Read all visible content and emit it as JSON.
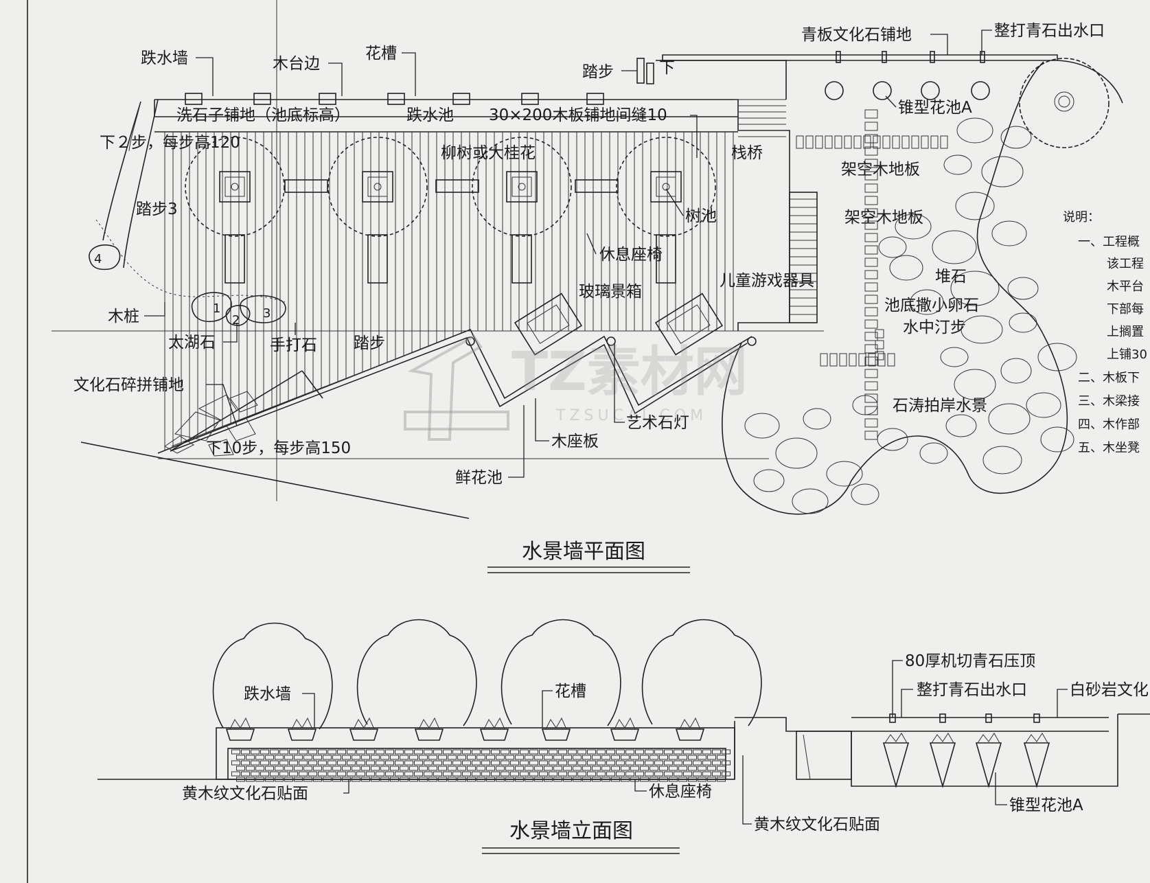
{
  "plan": {
    "title": "水景墙平面图",
    "labels": {
      "drop_wall": "跌水墙",
      "wood_edge": "木台边",
      "planter": "花槽",
      "steps_top": "踏步",
      "down": "下",
      "slab_paving": "青板文化石铺地",
      "stone_outlet": "整打青石出水口",
      "cone_planter": "锥型花池A",
      "pebble_paving": "洗石子铺地（池底标高）",
      "drop_pool": "跌水池",
      "wood_floor": "30×200木板铺地间缝10",
      "down2": "下２步，每步高120",
      "willow": "柳树或大桂花",
      "trestle": "栈桥",
      "raised_deck_1": "架空木地板",
      "raised_deck_2": "架空木地板",
      "steps3": "踏步3",
      "tree_pit": "树池",
      "rest_bench": "休息座椅",
      "kids_play": "儿童游戏器具",
      "glass_box": "玻璃景箱",
      "rock_pile": "堆石",
      "pool_pebbles": "池底撒小卵石",
      "stepping_stones": "水中汀步",
      "wood_pile": "木桩",
      "taihu_stone": "太湖石",
      "hand_stone": "手打石",
      "steps_mid": "踏步",
      "culture_stone": "文化石碎拼铺地",
      "down10": "下10步，每步高150",
      "art_lamp": "艺术石灯",
      "wood_seat": "木座板",
      "flower_pool": "鲜花池",
      "wave_rock": "石涛拍岸水景"
    },
    "numbers": [
      "4",
      "1",
      "2",
      "3"
    ]
  },
  "notes": {
    "heading": "说明：",
    "lines": [
      "一、工程概",
      "该工程",
      "木平台",
      "下部每",
      "上搁置",
      "上铺30",
      "二、木板下",
      "三、木梁接",
      "四、木作部",
      "五、木坐凳"
    ]
  },
  "elevation": {
    "title": "水景墙立面图",
    "labels": {
      "drop_wall": "跌水墙",
      "planter": "花槽",
      "bluestone_cap": "80厚机切青石压顶",
      "stone_outlet": "整打青石出水口",
      "white_sandstone": "白砂岩文化",
      "yellow_stone_1": "黄木纹文化石贴面",
      "rest_bench": "休息座椅",
      "yellow_stone_2": "黄木纹文化石贴面",
      "cone_planter": "锥型花池A"
    }
  },
  "watermark": {
    "main": "TZ素材网",
    "sub": "TZSUCAI.COM"
  }
}
